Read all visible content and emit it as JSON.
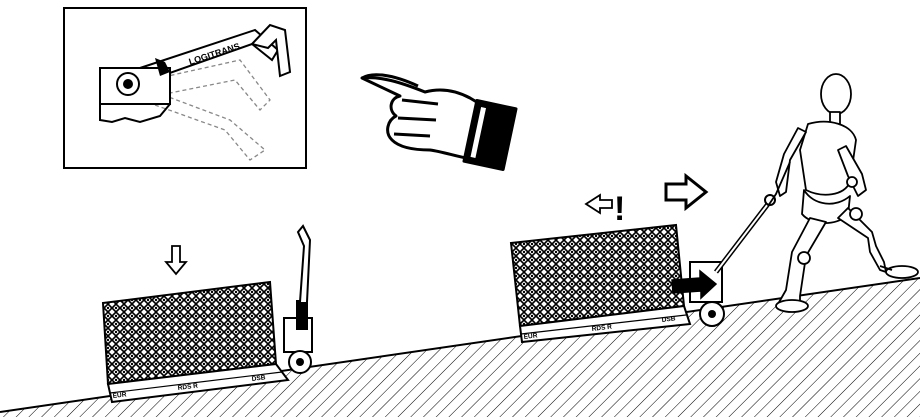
{
  "inset": {
    "brand_text": "LOGITRANS"
  },
  "pallets": {
    "left": {
      "eur_mark": "EUR",
      "center_mark": "RDS R",
      "right_mark": "DSB"
    },
    "right": {
      "eur_mark": "EUR",
      "center_mark": "RDS R",
      "right_mark": "DSB"
    }
  },
  "warning": {
    "mark": "!"
  },
  "icons": {
    "pointing_hand": "pointing-hand-icon",
    "down_arrow": "down-arrow-icon",
    "left_arrow": "left-arrow-icon",
    "right_arrow": "right-arrow-icon",
    "push_arrow": "push-arrow-icon"
  }
}
